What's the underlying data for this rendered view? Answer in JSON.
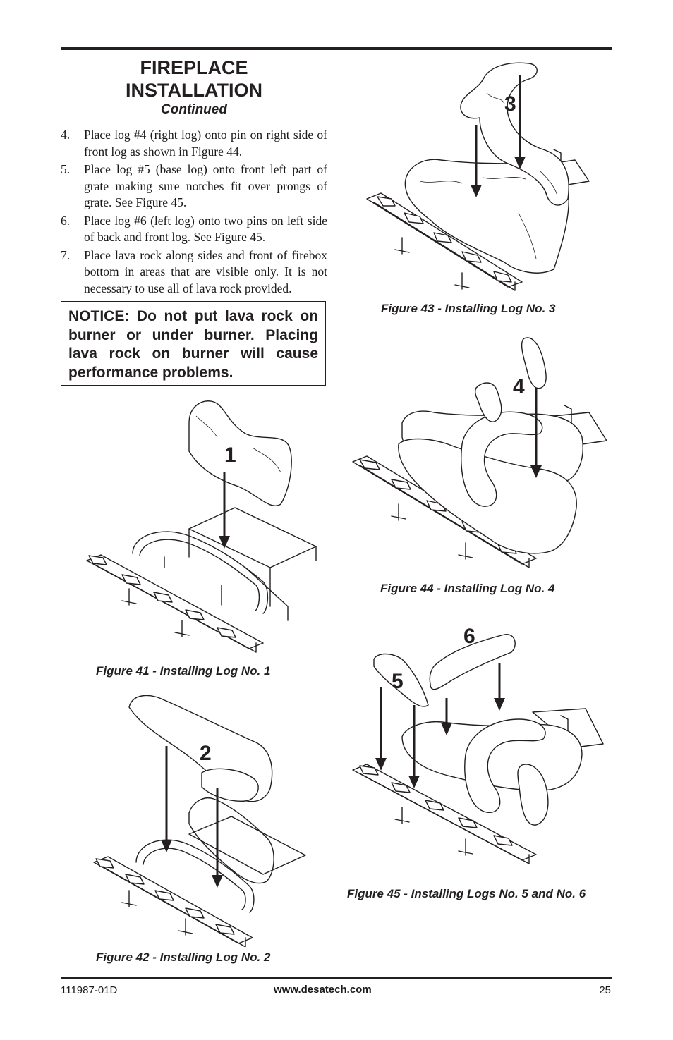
{
  "header": {
    "title_line1": "FIREPLACE",
    "title_line2": "INSTALLATION",
    "subtitle": "Continued"
  },
  "steps": [
    {
      "number": "4.",
      "text": "Place log #4 (right log) onto pin on right side of front log as shown in Figure 44."
    },
    {
      "number": "5.",
      "text": "Place log #5 (base log) onto front left part of grate making sure notches fit over prongs of grate. See Figure 45."
    },
    {
      "number": "6.",
      "text": "Place log #6 (left log) onto two pins on left side of back and front log. See Figure 45."
    },
    {
      "number": "7.",
      "text": "Place lava rock along sides and front of firebox bottom in areas that are visible only. It is not necessary to use all of lava rock provided."
    }
  ],
  "notice": {
    "text": "NOTICE: Do not put lava rock on burner or under burner. Placing lava rock on burner will cause performance problems."
  },
  "figures": {
    "fig41": {
      "caption": "Figure 41 - Installing Log No. 1",
      "labels": [
        "1"
      ]
    },
    "fig42": {
      "caption": "Figure 42 - Installing Log No. 2",
      "labels": [
        "2"
      ]
    },
    "fig43": {
      "caption": "Figure 43 - Installing Log No. 3",
      "labels": [
        "3"
      ]
    },
    "fig44": {
      "caption": "Figure 44 - Installing Log No. 4",
      "labels": [
        "4"
      ]
    },
    "fig45": {
      "caption": "Figure 45 - Installing Logs No. 5 and No. 6",
      "labels": [
        "5",
        "6"
      ]
    }
  },
  "footer": {
    "doc_number": "111987-01D",
    "website": "www.desatech.com",
    "page_number": "25"
  }
}
